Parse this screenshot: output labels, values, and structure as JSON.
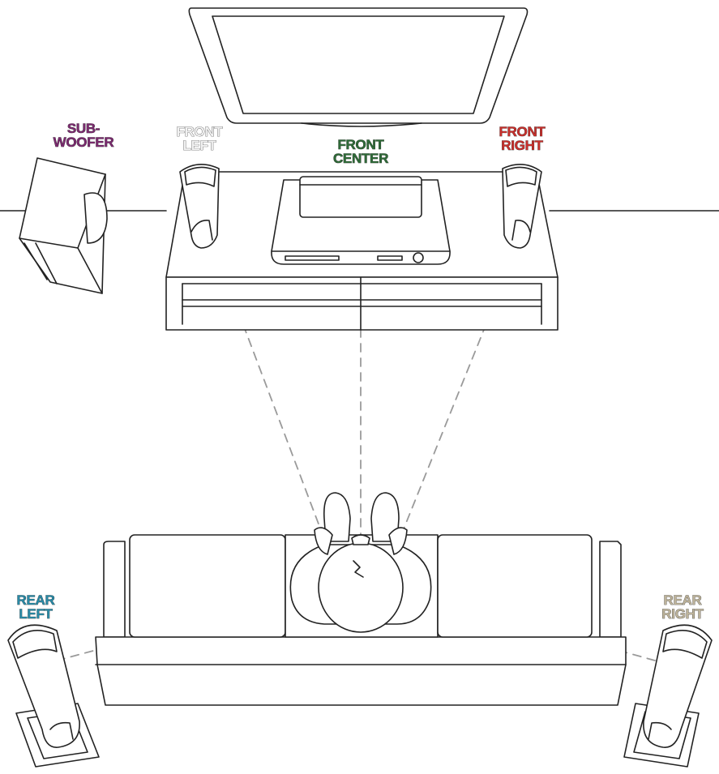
{
  "labels": {
    "subwoofer": {
      "line1": "SUB-",
      "line2": "WOOFER",
      "color": "#7a2a6e"
    },
    "front_left": {
      "line1": "FRONT",
      "line2": "LEFT",
      "color": "#f2f2f2"
    },
    "front_center": {
      "line1": "FRONT",
      "line2": "CENTER",
      "color": "#2f6a38"
    },
    "front_right": {
      "line1": "FRONT",
      "line2": "RIGHT",
      "color": "#c8302c"
    },
    "rear_left": {
      "line1": "REAR",
      "line2": "LEFT",
      "color": "#2a8aa6"
    },
    "rear_right": {
      "line1": "REAR",
      "line2": "RIGHT",
      "color": "#bdb39a"
    }
  },
  "colors": {
    "line": "#222222",
    "dash": "#9a9a9a",
    "fill": "#ffffff",
    "shade": "#eeeeee"
  }
}
